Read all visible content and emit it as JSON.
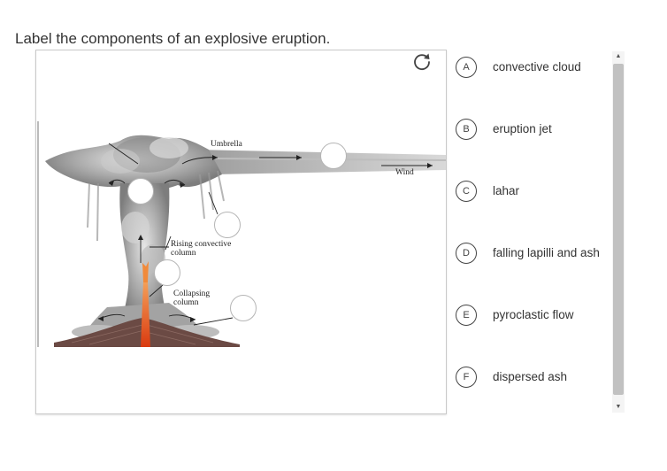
{
  "question": {
    "text": "Label the components of an explosive eruption."
  },
  "diagram": {
    "labels": {
      "umbrella": "Umbrella",
      "wind": "Wind",
      "rising_1": "Rising convective",
      "rising_2": "column",
      "collapsing_1": "Collapsing",
      "collapsing_2": "column"
    },
    "drop_targets": 5
  },
  "options": [
    {
      "letter": "A",
      "text": "convective cloud"
    },
    {
      "letter": "B",
      "text": "eruption jet"
    },
    {
      "letter": "C",
      "text": "lahar"
    },
    {
      "letter": "D",
      "text": "falling lapilli and ash"
    },
    {
      "letter": "E",
      "text": "pyroclastic flow"
    },
    {
      "letter": "F",
      "text": "dispersed ash"
    }
  ],
  "icons": {
    "reset": "reset-icon",
    "scroll_up": "chevron-up-icon",
    "scroll_down": "chevron-down-icon"
  },
  "colors": {
    "lava": "#e8581c",
    "ash": "#9a9a9a",
    "ground": "#6b4a44"
  }
}
